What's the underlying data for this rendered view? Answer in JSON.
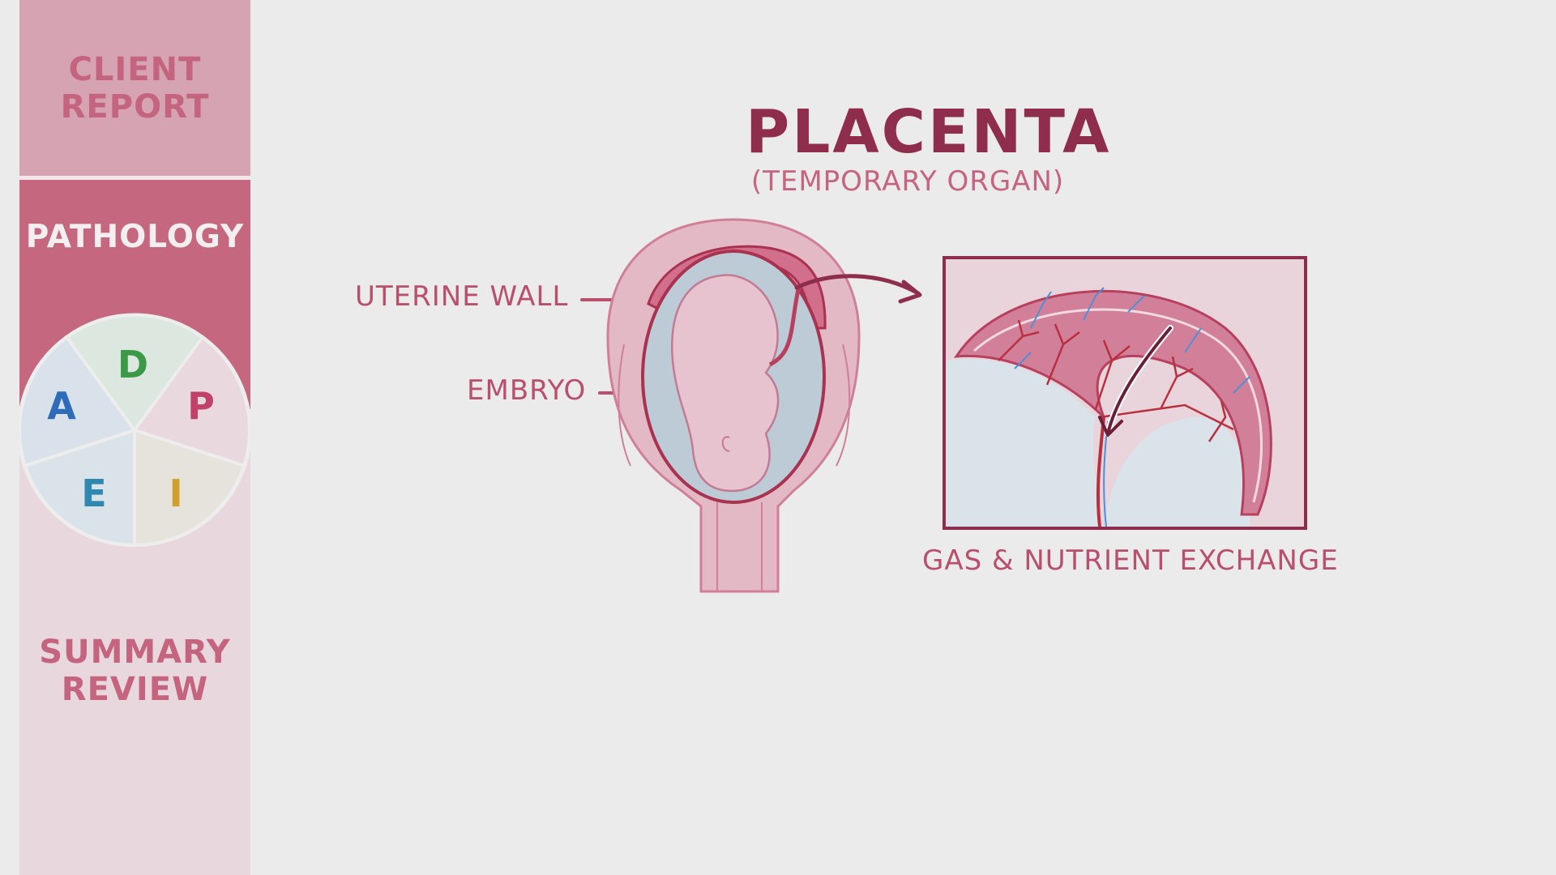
{
  "sidebar": {
    "client_report": "CLIENT\nREPORT",
    "client_report_line1": "CLIENT",
    "client_report_line2": "REPORT",
    "pathology": "PATHOLOGY",
    "summary_line1": "SUMMARY",
    "summary_line2": "REVIEW",
    "wheel": [
      {
        "letter": "D",
        "color": "#3a9a45",
        "fill": "#dbe7df"
      },
      {
        "letter": "P",
        "color": "#c0416a",
        "fill": "#ead8df"
      },
      {
        "letter": "I",
        "color": "#d1a02a",
        "fill": "#e6e3dc"
      },
      {
        "letter": "E",
        "color": "#2f88b0",
        "fill": "#dbe3ea"
      },
      {
        "letter": "A",
        "color": "#2e6bb8",
        "fill": "#d9e1ea"
      }
    ]
  },
  "main": {
    "title": "PLACENTA",
    "subtitle": "(TEMPORARY ORGAN)",
    "labels": {
      "uterine_wall": "UTERINE WALL",
      "embryo": "EMBRYO",
      "exchange": "GAS & NUTRIENT EXCHANGE"
    }
  },
  "colors": {
    "background": "#ebebeb",
    "accent_dark": "#8e2d4c",
    "accent": "#c4647f",
    "sidebar_active": "#c4677f"
  }
}
